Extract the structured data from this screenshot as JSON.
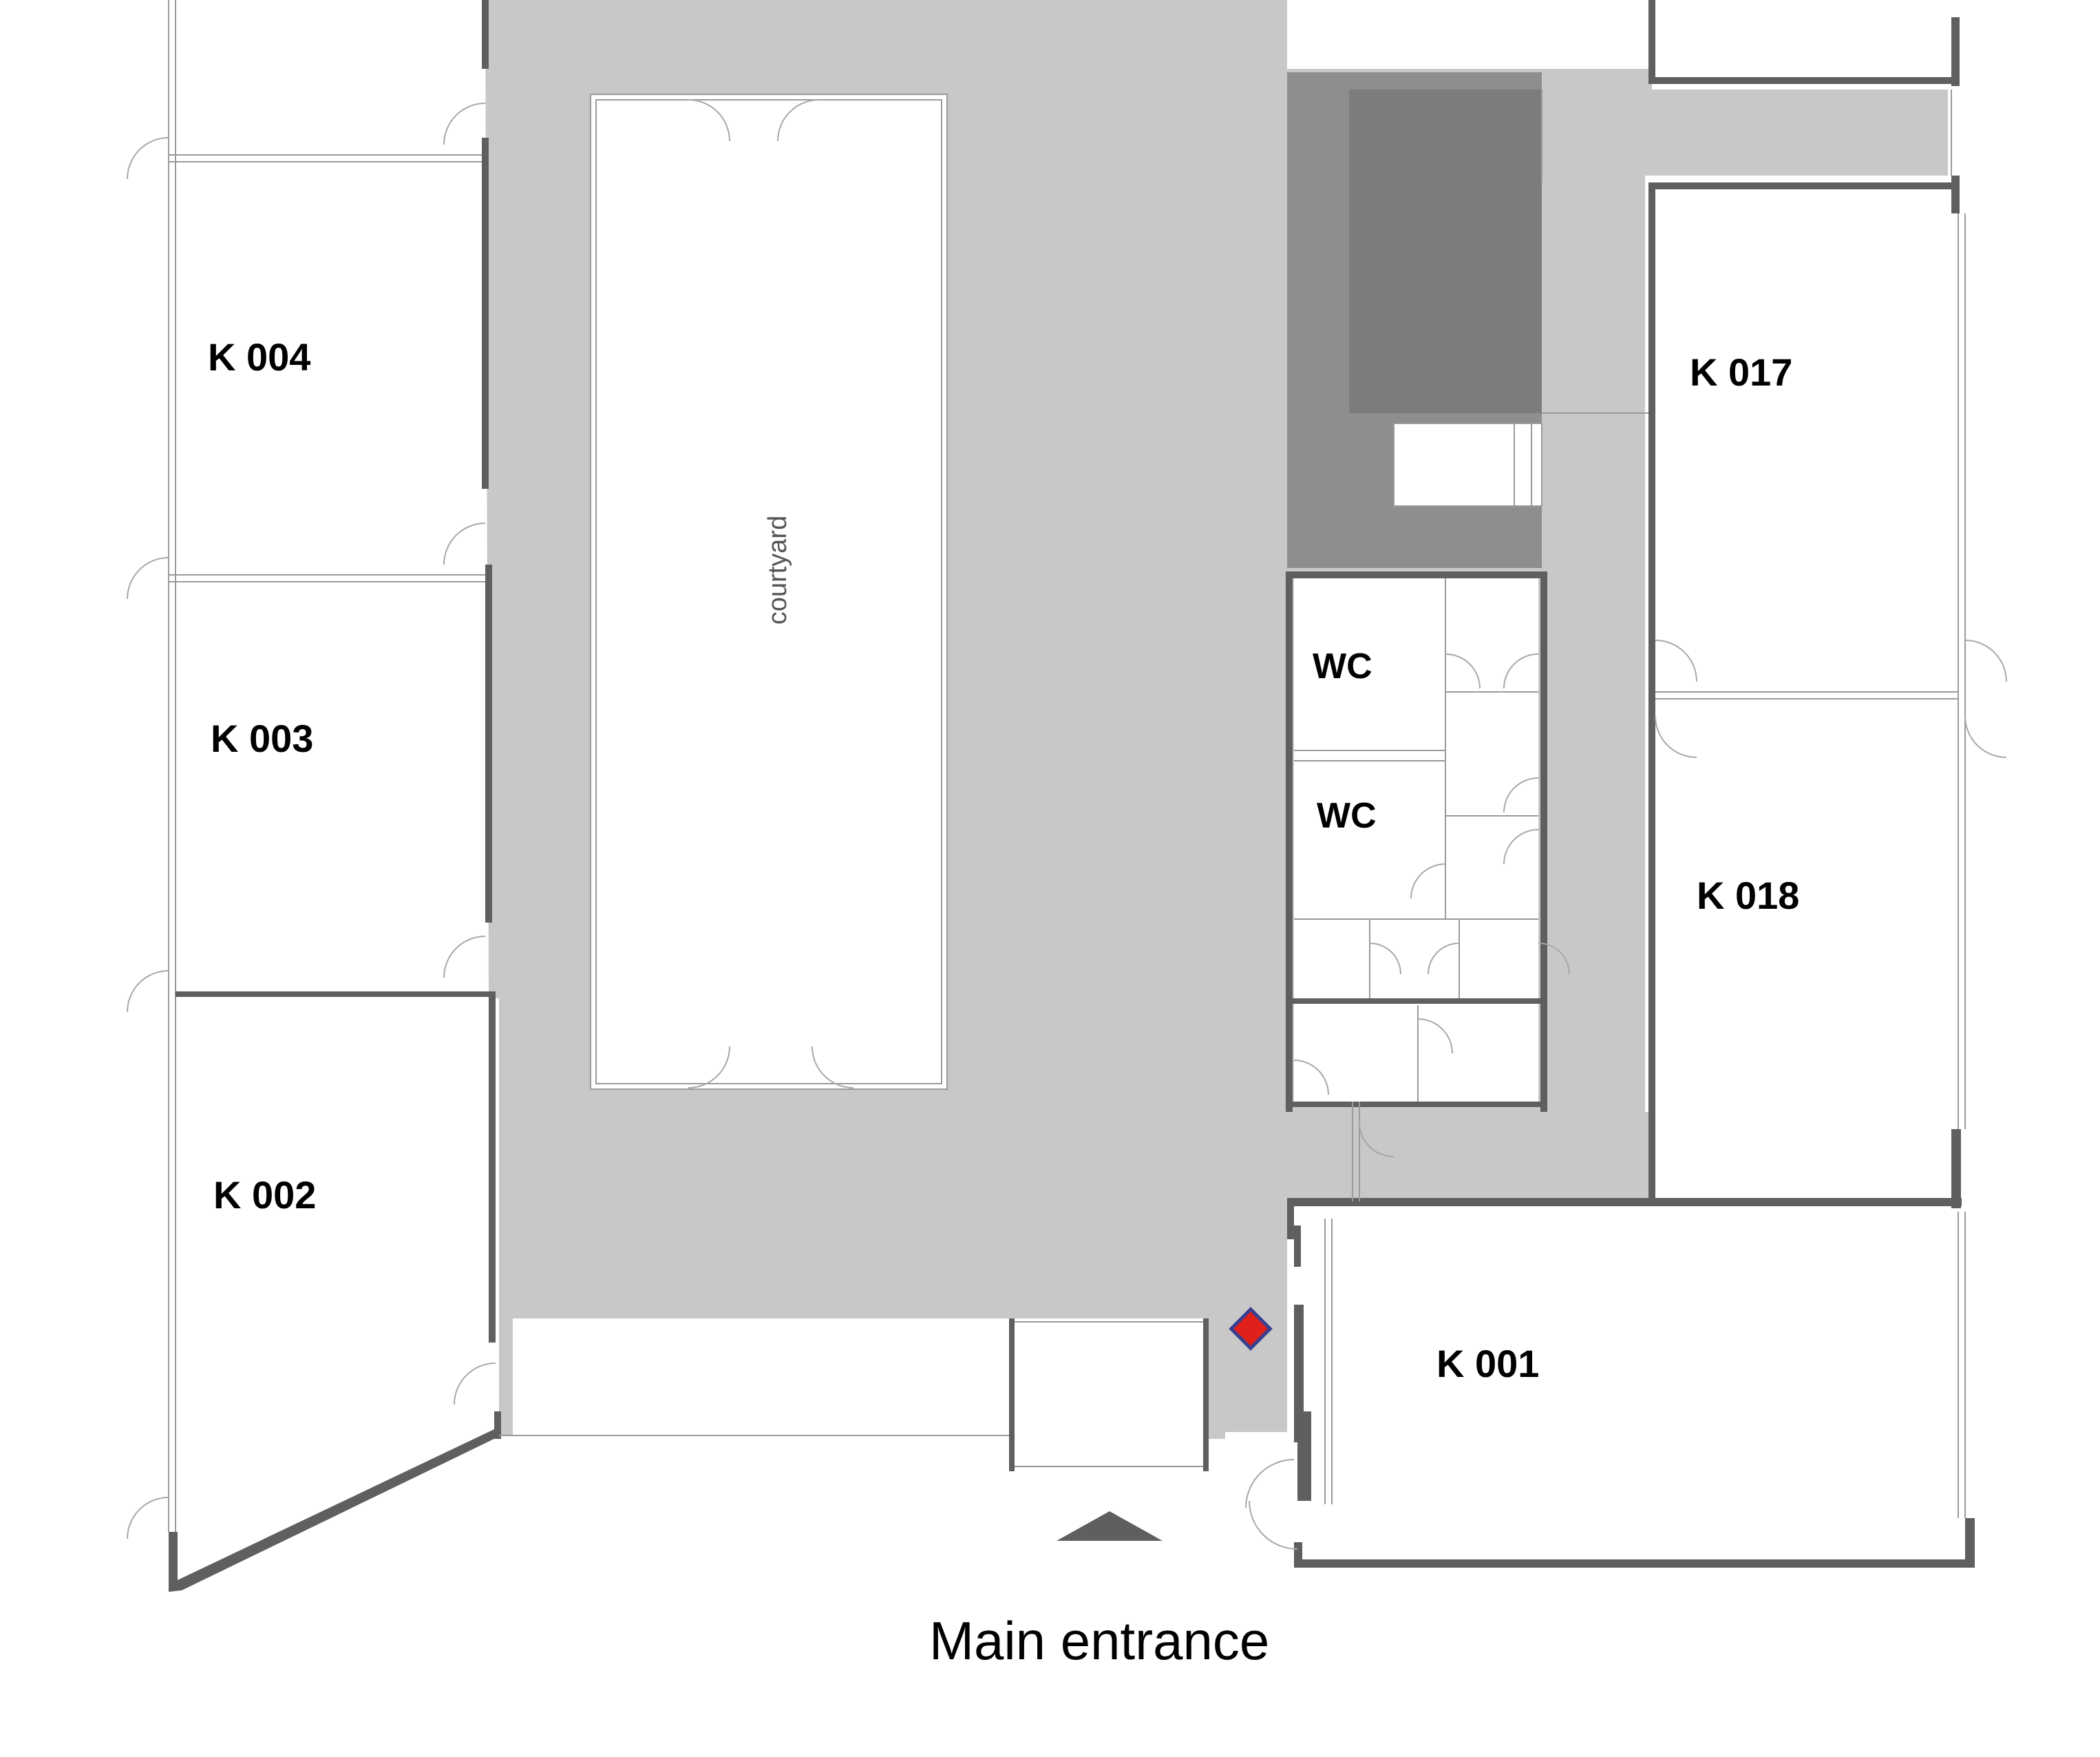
{
  "colors": {
    "corridor": "#c8c8c8",
    "stairwell": "#8e8e8e",
    "wall": "#5f5f5f",
    "marker_fill": "#e0201b",
    "marker_stroke": "#3a3f8f",
    "arrow": "#5f5f5f"
  },
  "rooms": {
    "k004": "K 004",
    "k003": "K 003",
    "k002": "K 002",
    "k017": "K 017",
    "k018": "K 018",
    "k001": "K 001",
    "wc1": "WC",
    "wc2": "WC"
  },
  "courtyard_label": "courtyard",
  "entrance_label": "Main entrance",
  "icons": {
    "location_marker": "red-diamond-icon",
    "entrance_arrow": "triangle-up-icon"
  }
}
